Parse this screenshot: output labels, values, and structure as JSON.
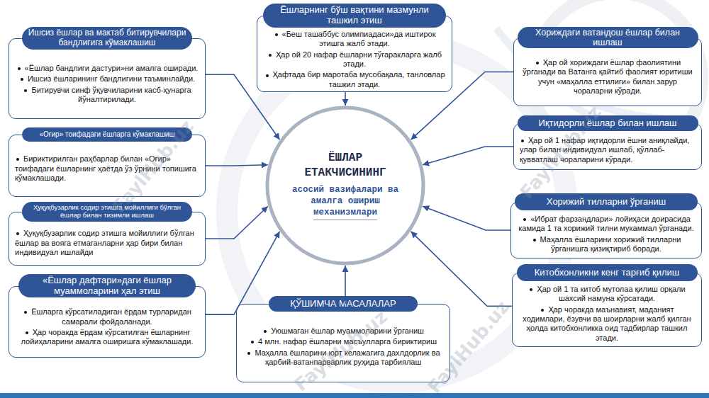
{
  "diagram": {
    "nodes": [
      {
        "text": [
          "ЁШЛАР ЕТАКЧИСИНИНГ",
          "асосий вазифалари ва амалга ошириш механизмлари"
        ]
      },
      {
        "text": [
          "Ишсиз ёшлар ва мактаб битирувчилари бандлигига кўмаклашиш",
          "«Ёшлар бандлиги дастури»ни амалга оширади.",
          "Ишсиз ёшларининг бандлигини таъминлайди.",
          "Битирувчи синф ўқувчиларини касб-ҳунарга йўналтирилади."
        ]
      },
      {
        "text": [
          "Ёшларнинг бўш вақтини мазмунли ташкил этиш",
          "«Беш ташаббус олимпиадаси»да иштирок этишга жалб этади.",
          "Ҳар ой 20 нафар ёшларни тўгаракларга жалб этади.",
          "Ҳафтада бир маротаба мусобақала, танловлар ташкил этади."
        ]
      },
      {
        "text": [
          "Хориждаги ватандош ёшлар билан ишлаш",
          "Ҳар ой хориждаги ёшлар фаолиятини ўрганади ва Ватанга қайтиб фаолият юритиши учун «маҳалла еттилиги» билан зарур чораларни кўради."
        ]
      },
      {
        "text": [
          "Иқтидорли ёшлар билан ишлаш",
          "Ҳар ой 1 нафар иқтидорли ёшни аниқлайди, улар билан индивидуал ишлаб, қўллаб-қувватлаш чораларини кўради."
        ]
      },
      {
        "text": [
          "Хорижий тилларни ўрганиш",
          "«Ибрат фарзандлари» лойиҳаси доирасида камида 1 та хорижий тилни мукаммал ўрганади.",
          "Маҳалла ёшларини хорижий тилларни ўрганишга қизиқтириб боради."
        ]
      },
      {
        "text": [
          "Китобхонликни кенг тарғиб қилиш",
          "Ҳар ой 1 та китоб мутолаа қилиш орқали шахсий намуна кўрсатади.",
          "Ҳар чоракда маънавият, маданият ходимлари, ёзувчи ва шоирларни жалб қилган ҳолда китобхонликка оид тадбирлар ташкил этади."
        ]
      },
      {
        "text": [
          "ҚЎШИМЧА МАСАЛАЛАР",
          "Уюшмаган ёшлар муаммоларини ўрганиш",
          "4 млн. нафар ёшларни масъулларга бириктириш",
          "Маҳалла ёшларини юрт келажагига дахлдорлик ва ҳарбий-ватанпарварлик руҳида тарбиялаш"
        ]
      },
      {
        "text": [
          "«Ёшлар дафтари»даги ёшлар муаммоларини ҳал этиш",
          "Ёшларга кўрсатиладиган ёрдам турларидан самарали фойдаланади.",
          "Ҳар чоракда ёрдам кўрсатилган ёшларнинг лойиҳаларини амалга оширишга кўмаклашади."
        ]
      },
      {
        "text": [
          "Ҳуқуқбузарлик содир этишга мойиллиги бўлган ёшлар билан тизимли ишлаш",
          "Ҳуқуқбузарлик содир этишга мойиллиги бўлган ёшлар ва вояга етмаганларни ҳар бири билан индивидуал ишлайди"
        ]
      },
      {
        "text": [
          "«Оғир» тоифадаги ёшларга кўмаклашиш",
          "Бириктирилган раҳбарлар билан «Оғир» тоифадаги ёшларнинг ҳаётда ўз ўрнини топишига кўмаклашади."
        ]
      }
    ],
    "edges": [
      {
        "from": 1,
        "to": 0,
        "arrow": "to"
      },
      {
        "from": 2,
        "to": 0,
        "arrow": "to"
      },
      {
        "from": 3,
        "to": 0,
        "arrow": "to"
      },
      {
        "from": 4,
        "to": 0,
        "arrow": "to"
      },
      {
        "from": 5,
        "to": 0,
        "arrow": "to"
      },
      {
        "from": 6,
        "to": 0,
        "arrow": "to"
      },
      {
        "from": 7,
        "to": 0,
        "arrow": "to"
      },
      {
        "from": 8,
        "to": 0,
        "arrow": "to"
      },
      {
        "from": 9,
        "to": 0,
        "arrow": "to"
      },
      {
        "from": 10,
        "to": 0,
        "arrow": "to"
      }
    ],
    "labels": [
      "FaylHub.uz",
      "FaylHub.uz",
      "FaylHub.uz",
      "FaylHub.uz"
    ]
  }
}
